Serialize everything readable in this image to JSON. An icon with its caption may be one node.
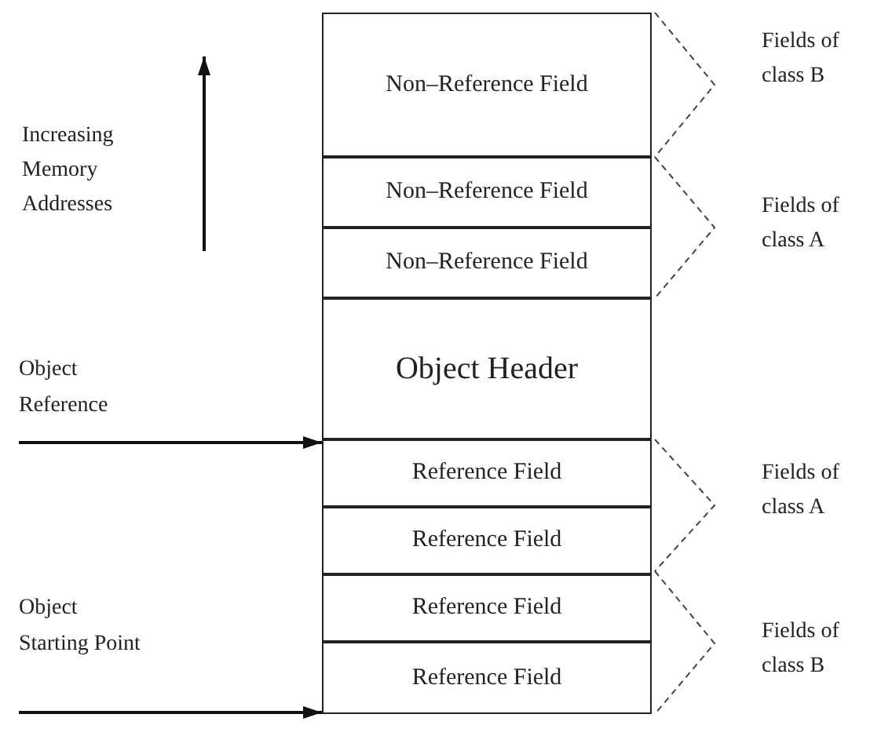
{
  "diagram": {
    "nodes": [
      {
        "text": [
          "Non–Reference Field"
        ]
      },
      {
        "text": [
          "Non–Reference Field"
        ]
      },
      {
        "text": [
          "Non–Reference Field"
        ]
      },
      {
        "text": [
          "Object Header"
        ]
      },
      {
        "text": [
          "Reference Field"
        ]
      },
      {
        "text": [
          "Reference Field"
        ]
      },
      {
        "text": [
          "Reference Field"
        ]
      },
      {
        "text": [
          "Reference Field"
        ]
      },
      {
        "text": [
          "Object Reference"
        ]
      },
      {
        "text": [
          "Object Starting Point"
        ]
      }
    ],
    "edges": [
      {
        "from": 8,
        "to": 4,
        "arrow": "to"
      },
      {
        "from": 9,
        "to": 7,
        "arrow": "to"
      }
    ],
    "labels": [
      "Increasing Memory Addresses",
      "Fields of class B",
      "Fields of class A",
      "Fields of class A",
      "Fields of class B"
    ]
  }
}
